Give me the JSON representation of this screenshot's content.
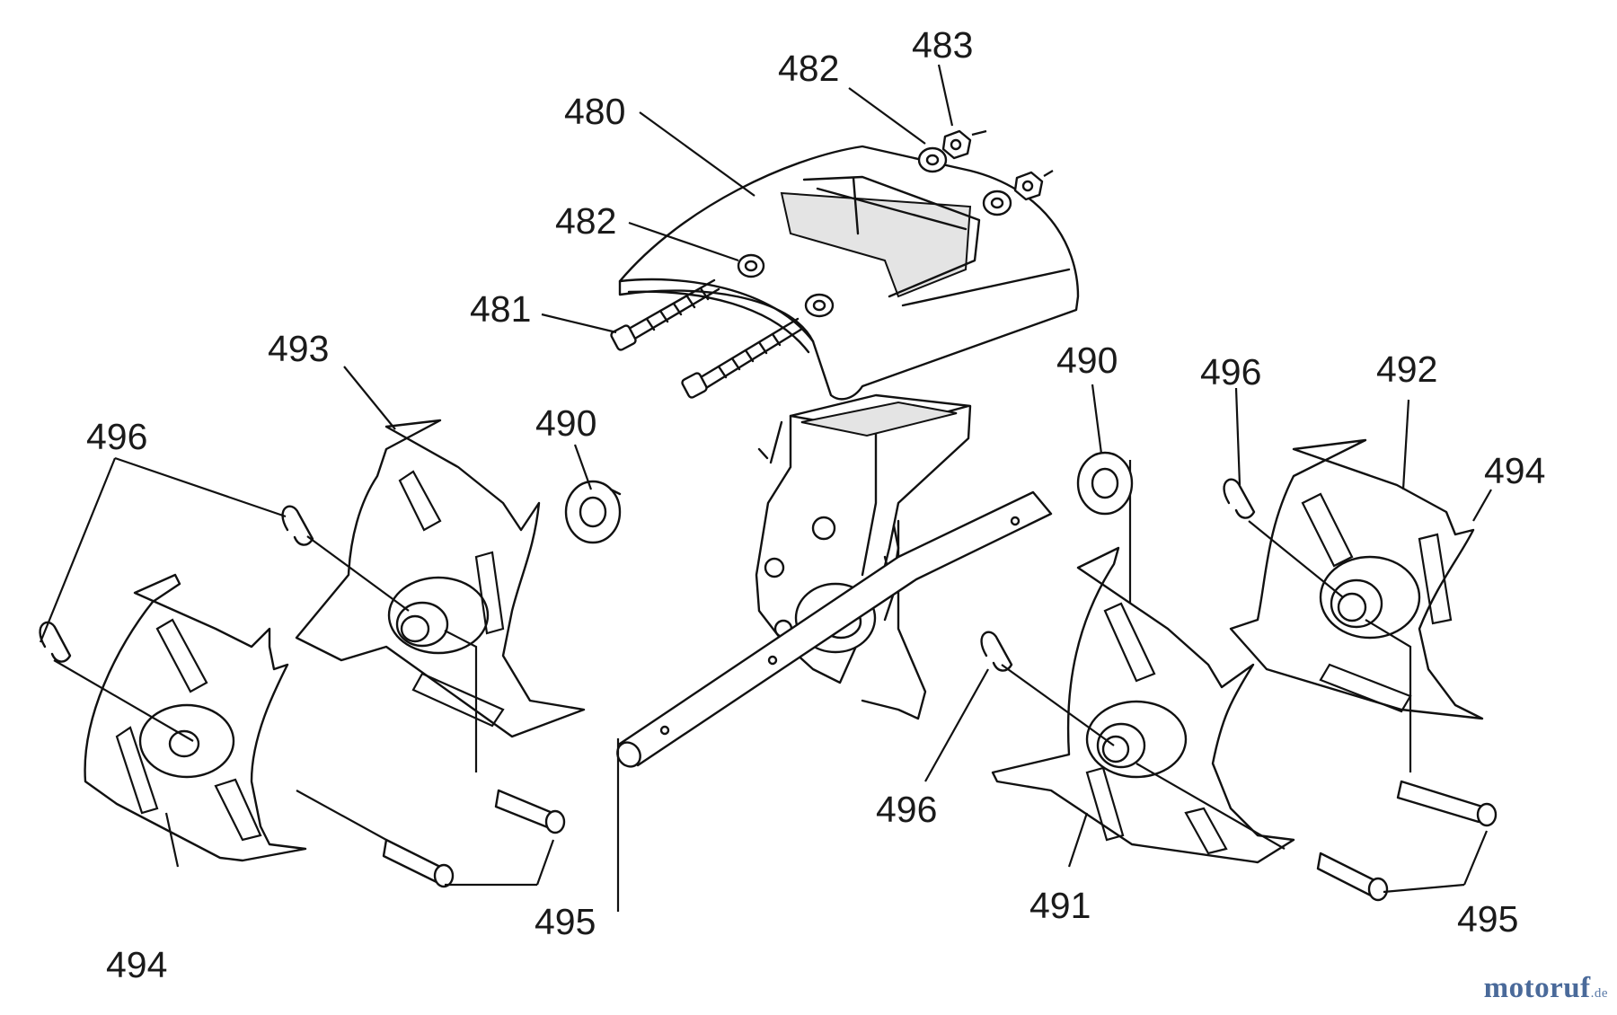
{
  "callouts": [
    {
      "id": "l480",
      "text": "480"
    },
    {
      "id": "l482a",
      "text": "482"
    },
    {
      "id": "l483",
      "text": "483"
    },
    {
      "id": "l482b",
      "text": "482"
    },
    {
      "id": "l481",
      "text": "481"
    },
    {
      "id": "l493",
      "text": "493"
    },
    {
      "id": "l490a",
      "text": "490"
    },
    {
      "id": "l490b",
      "text": "490"
    },
    {
      "id": "l496a",
      "text": "496"
    },
    {
      "id": "l496b",
      "text": "496"
    },
    {
      "id": "l492",
      "text": "492"
    },
    {
      "id": "l494a",
      "text": "494"
    },
    {
      "id": "l494b",
      "text": "494"
    },
    {
      "id": "l496c",
      "text": "496"
    },
    {
      "id": "l495a",
      "text": "495"
    },
    {
      "id": "l495b",
      "text": "495"
    },
    {
      "id": "l491",
      "text": "491"
    }
  ],
  "watermark": {
    "brand": "motoruf",
    "tld": ".de",
    "color": "#4a6a9a"
  },
  "icons": [
    "tine-icon",
    "shield-icon",
    "bolt-icon",
    "washer-icon",
    "hairpin-clip-icon",
    "axle-icon",
    "gearbox-icon",
    "clevis-pin-icon"
  ]
}
